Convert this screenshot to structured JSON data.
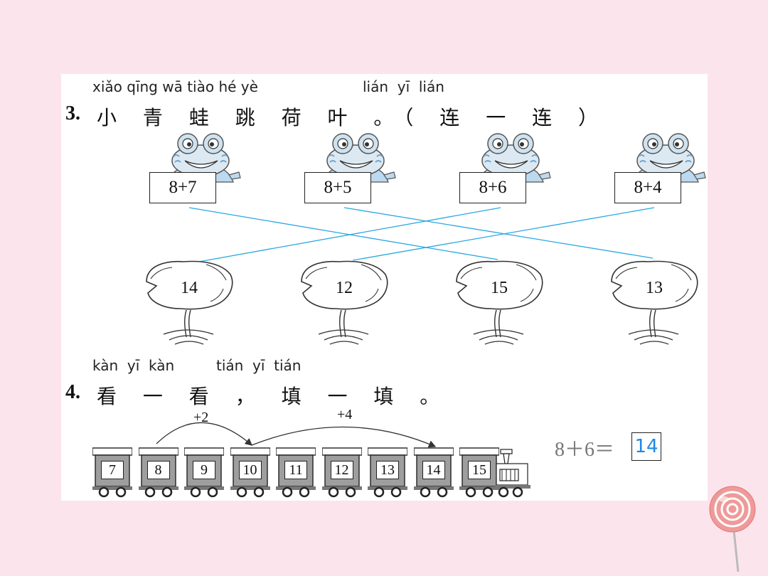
{
  "q3": {
    "pinyin_left": "xiǎo qīng wā tiào hé yè",
    "pinyin_right": "lián  yī  lián",
    "number": "3.",
    "text": "小 青 蛙 跳 荷 叶 。（ 连 一 连 ）",
    "frogs": [
      {
        "expr": "8+7"
      },
      {
        "expr": "8+5"
      },
      {
        "expr": "8+6"
      },
      {
        "expr": "8+4"
      }
    ],
    "leaves": [
      {
        "value": "14"
      },
      {
        "value": "12"
      },
      {
        "value": "15"
      },
      {
        "value": "13"
      }
    ],
    "line_color": "#29a8e0"
  },
  "q4": {
    "pinyin_left": "kàn  yī  kàn",
    "pinyin_right": "tián  yī  tián",
    "number": "4.",
    "text": "看 一 看 ， 填 一 填 。",
    "hops": [
      {
        "label": "+2"
      },
      {
        "label": "+4"
      }
    ],
    "cars": [
      "7",
      "8",
      "9",
      "10",
      "11",
      "12",
      "13",
      "14",
      "15"
    ],
    "equation": "8＋6＝",
    "answer": "14",
    "answer_color": "#1e88e5"
  }
}
